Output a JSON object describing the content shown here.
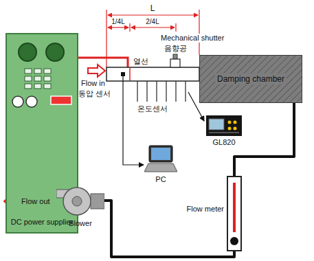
{
  "diagram": {
    "nodes": [
      {
        "text": [
          "DC power supplier"
        ]
      },
      {
        "text": [
          "Damping chamber"
        ]
      },
      {
        "text": [
          "GL820"
        ]
      },
      {
        "text": [
          "PC"
        ]
      },
      {
        "text": [
          "Flow meter"
        ]
      },
      {
        "text": [
          "Blower"
        ]
      }
    ],
    "edges": [
      {
        "from": 1,
        "to": 4,
        "arrow": "none"
      },
      {
        "from": 4,
        "to": 5,
        "arrow": "none"
      }
    ],
    "labels": [
      "L",
      "1/4L",
      "2/4L",
      "Mechanical shutter",
      "음향공",
      "열선",
      "Flow in",
      "동압 센서",
      "온도센서",
      "Flow out"
    ]
  }
}
